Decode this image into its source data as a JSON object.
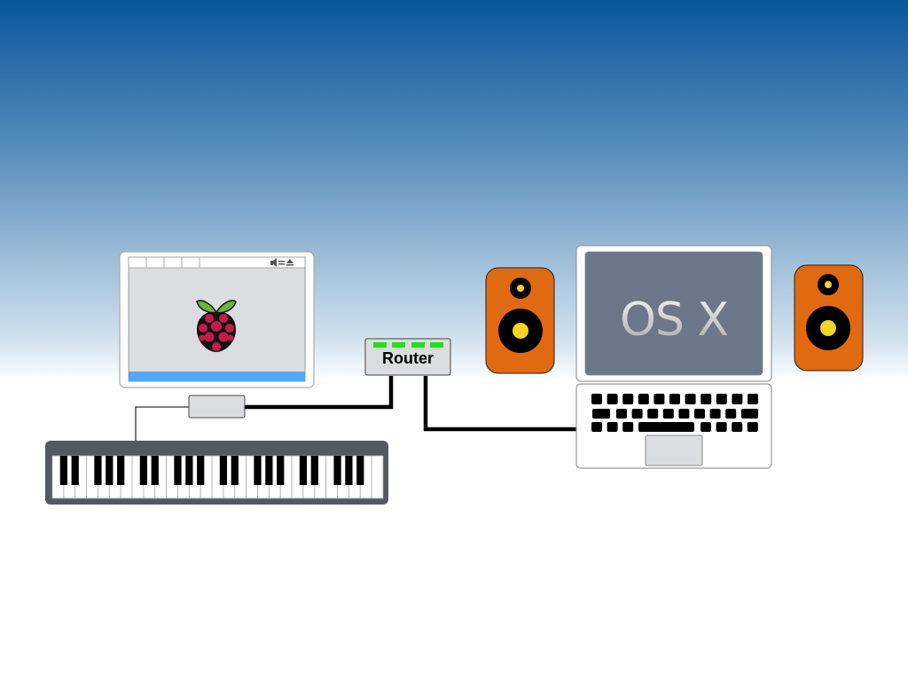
{
  "router": {
    "label": "Router",
    "led_color": "#22e01a"
  },
  "laptop": {
    "screen_text": "OS X"
  },
  "colors": {
    "speaker_body": "#e06a12",
    "speaker_cone_center": "#f5d327",
    "pi_screen_bar": "#55a8f5",
    "laptop_screen": "#6c778a",
    "keyboard_frame": "#545860"
  },
  "keyboard": {
    "octaves": 4
  },
  "icons": [
    "raspberry-pi-logo",
    "speaker-icon",
    "volume-icon",
    "eject-icon"
  ]
}
